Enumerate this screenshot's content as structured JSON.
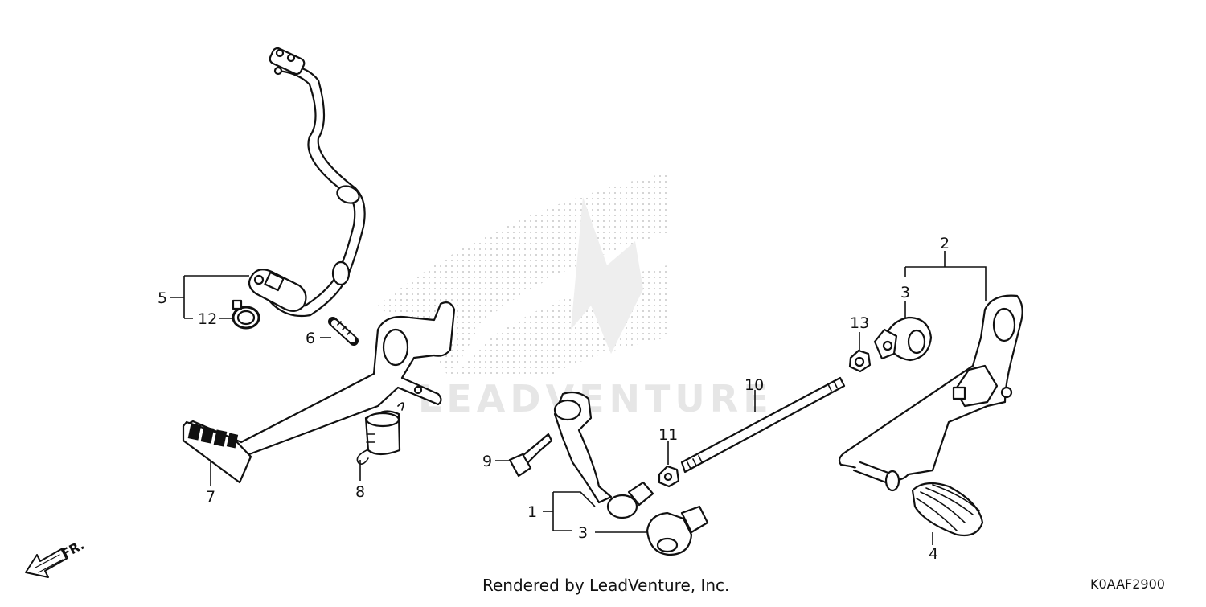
{
  "diagram": {
    "footer_text": "Rendered by LeadVenture, Inc.",
    "diagram_code": "K0AAF2900",
    "watermark_text": "LEADVENTURE",
    "front_indicator": "FR.",
    "callouts": {
      "c1": "1",
      "c2": "2",
      "c3a": "3",
      "c3b": "3",
      "c4": "4",
      "c5": "5",
      "c6": "6",
      "c7": "7",
      "c8": "8",
      "c9": "9",
      "c10": "10",
      "c11": "11",
      "c12": "12",
      "c13": "13"
    }
  }
}
